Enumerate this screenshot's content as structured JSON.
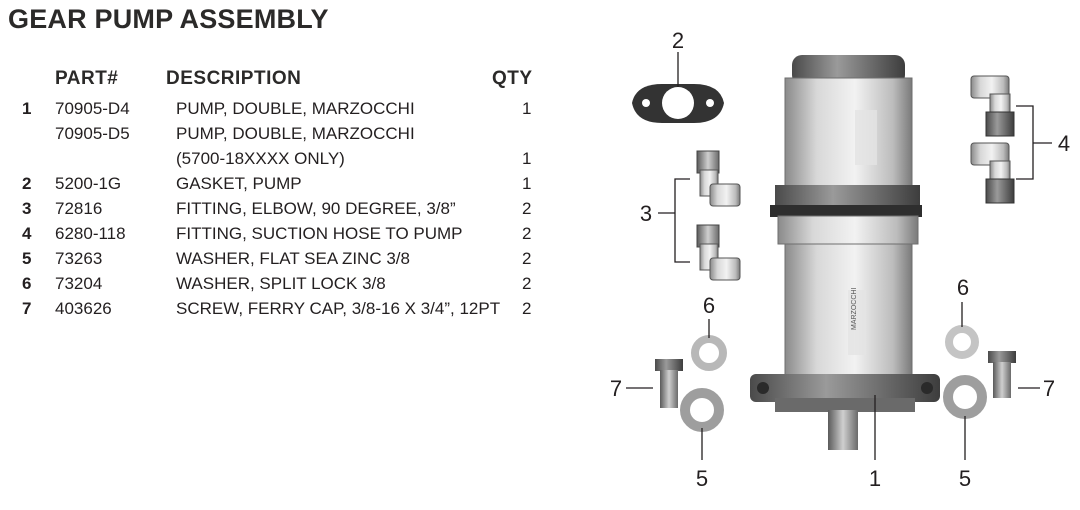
{
  "title": "GEAR PUMP ASSEMBLY",
  "headers": {
    "part": "PART#",
    "description": "DESCRIPTION",
    "qty": "QTY"
  },
  "rows": [
    {
      "num": "1",
      "part": "70905-D4",
      "description": "PUMP, DOUBLE, MARZOCCHI",
      "qty": "1"
    },
    {
      "num": "",
      "part": "70905-D5",
      "description": "PUMP, DOUBLE, MARZOCCHI",
      "qty": ""
    },
    {
      "num": "",
      "part": "",
      "description": "(5700-18XXXX ONLY)",
      "qty": "1"
    },
    {
      "num": "2",
      "part": "5200-1G",
      "description": "GASKET, PUMP",
      "qty": "1"
    },
    {
      "num": "3",
      "part": "72816",
      "description": "FITTING, ELBOW, 90 DEGREE,  3/8”",
      "qty": "2"
    },
    {
      "num": "4",
      "part": "6280-118",
      "description": "FITTING, SUCTION HOSE TO PUMP",
      "qty": "2"
    },
    {
      "num": "5",
      "part": "73263",
      "description": "WASHER, FLAT SEA ZINC 3/8",
      "qty": "2"
    },
    {
      "num": "6",
      "part": "73204",
      "description": "WASHER, SPLIT LOCK 3/8",
      "qty": "2"
    },
    {
      "num": "7",
      "part": "403626",
      "description": "SCREW, FERRY CAP, 3/8-16 X 3/4”, 12PT",
      "qty": "2"
    }
  ],
  "callouts": {
    "c1": "1",
    "c2": "2",
    "c3": "3",
    "c4": "4",
    "c5a": "5",
    "c5b": "5",
    "c6a": "6",
    "c6b": "6",
    "c7a": "7",
    "c7b": "7"
  },
  "pump_label_text": "MARZOCCHI"
}
